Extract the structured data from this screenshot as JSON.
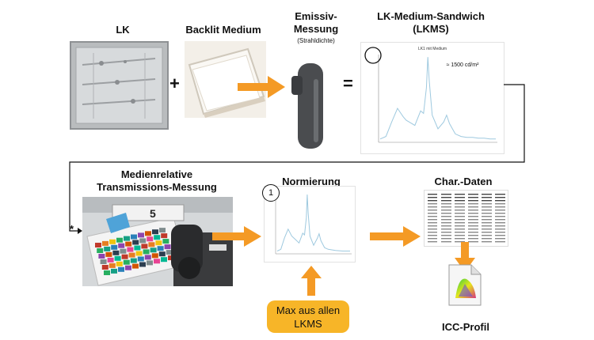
{
  "step1": {
    "lk_label": "LK",
    "medium_label": "Backlit Medium",
    "plus": "+",
    "equals": "="
  },
  "emissive": {
    "title_line1": "Emissiv-",
    "title_line2": "Messung",
    "subtitle": "(Strahldichte)"
  },
  "sandwich": {
    "title_line1": "LK-Medium-Sandwich",
    "title_line2": "(LKMS)",
    "chart_title": "LK1 mit Medium",
    "annotation": "≈ 1500 cd/m²"
  },
  "transmission": {
    "title_line1": "Medienrelative",
    "title_line2": "Transmissions-Messung",
    "star": "*",
    "device_number": "5"
  },
  "normierung": {
    "title": "Normierung",
    "circle_number": "1"
  },
  "max_box": {
    "line1": "Max aus allen",
    "line2": "LKMS"
  },
  "chardata": {
    "title": "Char.-Daten"
  },
  "icc": {
    "label": "ICC-Profil"
  },
  "colors": {
    "arrow": "#f49a25",
    "badge": "#f7b528",
    "curve": "#9ec9df",
    "line": "#111111"
  },
  "chart_data": [
    {
      "type": "line",
      "title": "LK1 mit Medium",
      "x": [
        380,
        400,
        420,
        440,
        450,
        460,
        470,
        480,
        500,
        520,
        530,
        540,
        545,
        550,
        560,
        580,
        600,
        610,
        620,
        640,
        660,
        680,
        700,
        720,
        740,
        760,
        780
      ],
      "y": [
        0.02,
        0.05,
        0.22,
        0.38,
        0.33,
        0.28,
        0.24,
        0.22,
        0.18,
        0.35,
        0.32,
        0.62,
        0.98,
        0.7,
        0.3,
        0.14,
        0.22,
        0.3,
        0.2,
        0.08,
        0.05,
        0.04,
        0.04,
        0.03,
        0.03,
        0.02,
        0.02
      ]
    },
    {
      "type": "line",
      "x": [
        380,
        400,
        420,
        440,
        450,
        460,
        480,
        500,
        520,
        530,
        540,
        545,
        550,
        560,
        580,
        600,
        610,
        620,
        640,
        660,
        700,
        740,
        780
      ],
      "y": [
        0.02,
        0.05,
        0.25,
        0.4,
        0.34,
        0.28,
        0.22,
        0.16,
        0.33,
        0.3,
        0.6,
        1.0,
        0.68,
        0.28,
        0.12,
        0.24,
        0.32,
        0.2,
        0.08,
        0.05,
        0.03,
        0.02,
        0.02
      ]
    }
  ]
}
